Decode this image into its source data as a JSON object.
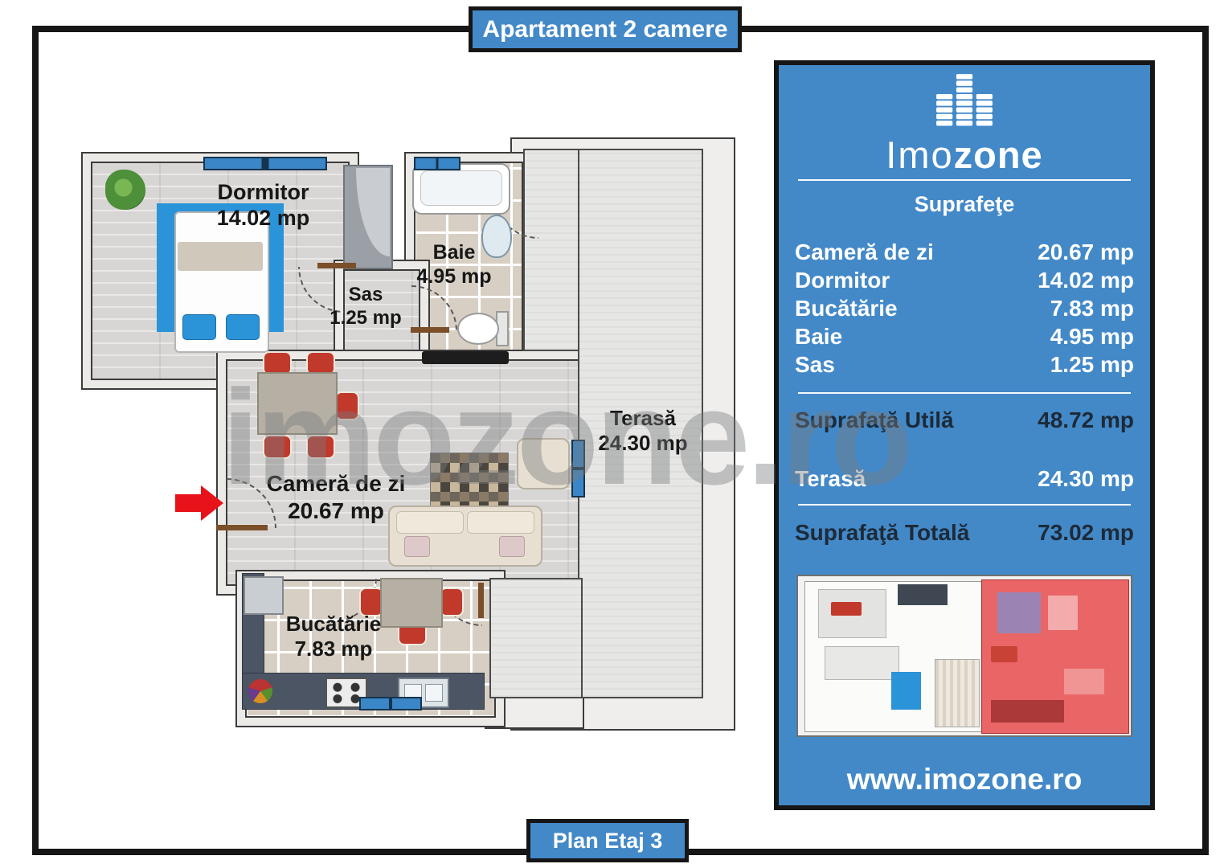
{
  "title_badge": "Apartament 2 camere",
  "footer_badge": "Plan Etaj 3",
  "watermark": "imozone.ro",
  "floorplan": {
    "rooms": [
      {
        "name": "Dormitor",
        "area": "14.02 mp"
      },
      {
        "name": "Baie",
        "area": "4.95 mp"
      },
      {
        "name": "Sas",
        "area": "1.25 mp"
      },
      {
        "name": "Cameră de zi",
        "area": "20.67 mp"
      },
      {
        "name": "Terasă",
        "area": "24.30 mp"
      },
      {
        "name": "Bucătărie",
        "area": "7.83 mp"
      }
    ]
  },
  "panel": {
    "brand": {
      "icon": "buildings-icon",
      "light": "Imo",
      "bold": "zone"
    },
    "section_title": "Suprafeţe",
    "rows": [
      {
        "label": "Cameră de zi",
        "value": "20.67 mp"
      },
      {
        "label": "Dormitor",
        "value": "14.02 mp"
      },
      {
        "label": "Bucătărie",
        "value": "7.83 mp"
      },
      {
        "label": "Baie",
        "value": "4.95 mp"
      },
      {
        "label": "Sas",
        "value": "1.25 mp"
      }
    ],
    "summary": {
      "utila": {
        "label": "Suprafaţă Utilă",
        "value": "48.72 mp"
      },
      "terasa": {
        "label": "Terasă",
        "value": "24.30 mp"
      },
      "totala": {
        "label": "Suprafaţă Totală",
        "value": "73.02 mp"
      }
    },
    "website": "www.imozone.ro"
  },
  "colors": {
    "accent_blue": "#4389c8",
    "panel_text_dark": "#1d2a38",
    "entrance_red": "#e8121a",
    "window_blue": "#3a86c6",
    "highlight_red": "#ea5c5c"
  }
}
